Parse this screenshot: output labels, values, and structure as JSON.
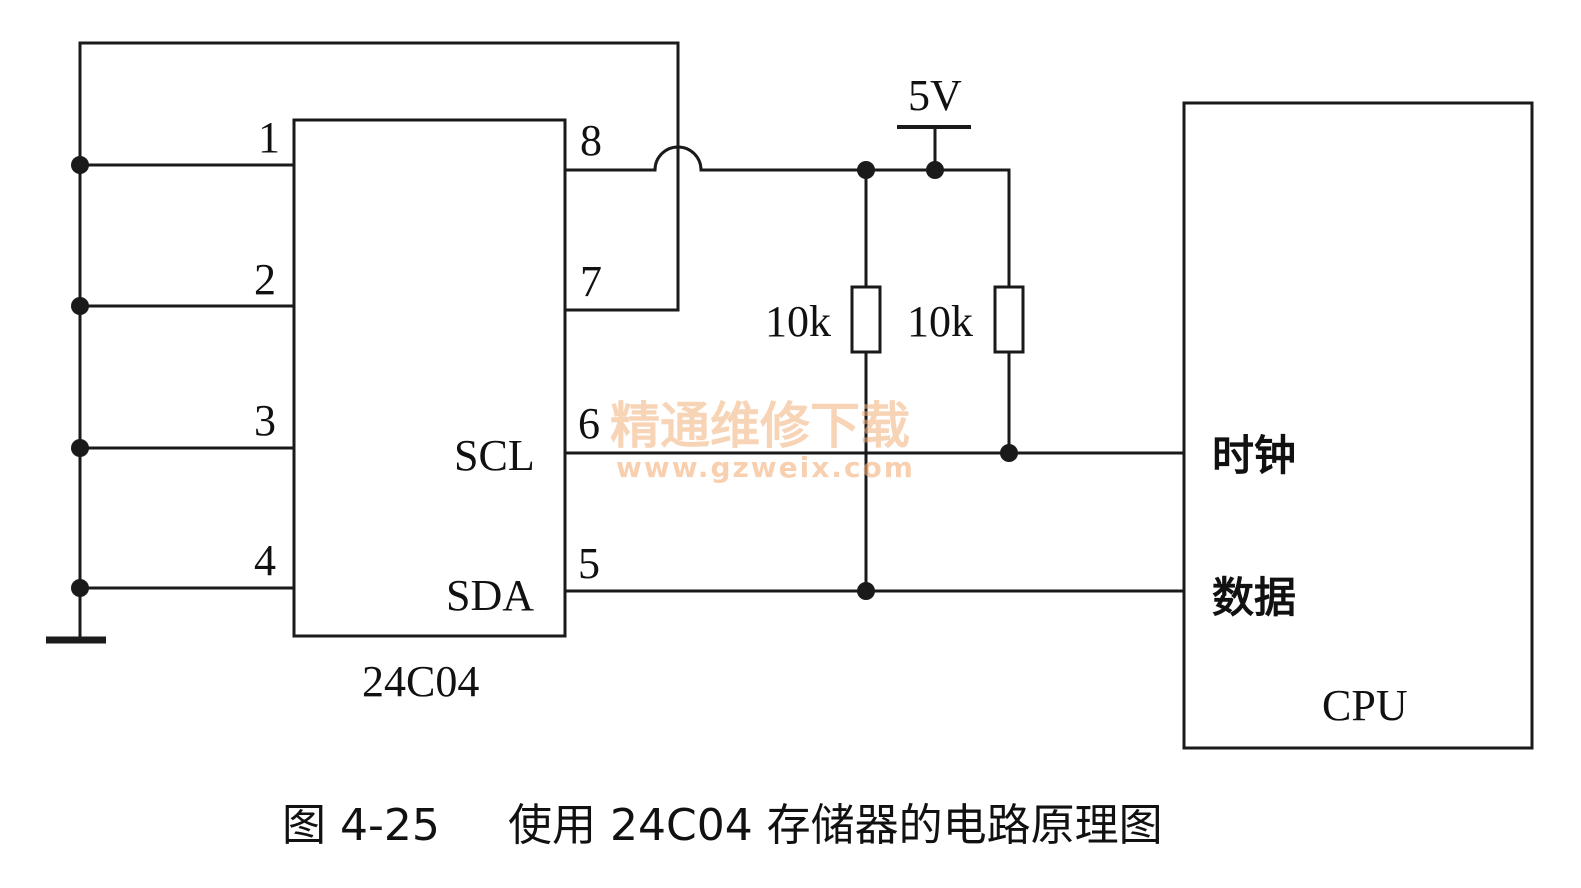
{
  "chip": {
    "name": "24C04",
    "pins": [
      "1",
      "2",
      "3",
      "4",
      "5",
      "6",
      "7",
      "8"
    ],
    "scl_label": "SCL",
    "sda_label": "SDA"
  },
  "supply": {
    "label": "5V"
  },
  "resistors": [
    {
      "value": "10k"
    },
    {
      "value": "10k"
    }
  ],
  "cpu": {
    "name": "CPU",
    "clock_label": "时钟",
    "data_label": "数据"
  },
  "watermark": {
    "title": "精通维修下载",
    "url": "www.gzweix.com"
  },
  "caption": {
    "figure": "图 4-25",
    "text": "使用 24C04 存储器的电路原理图"
  }
}
